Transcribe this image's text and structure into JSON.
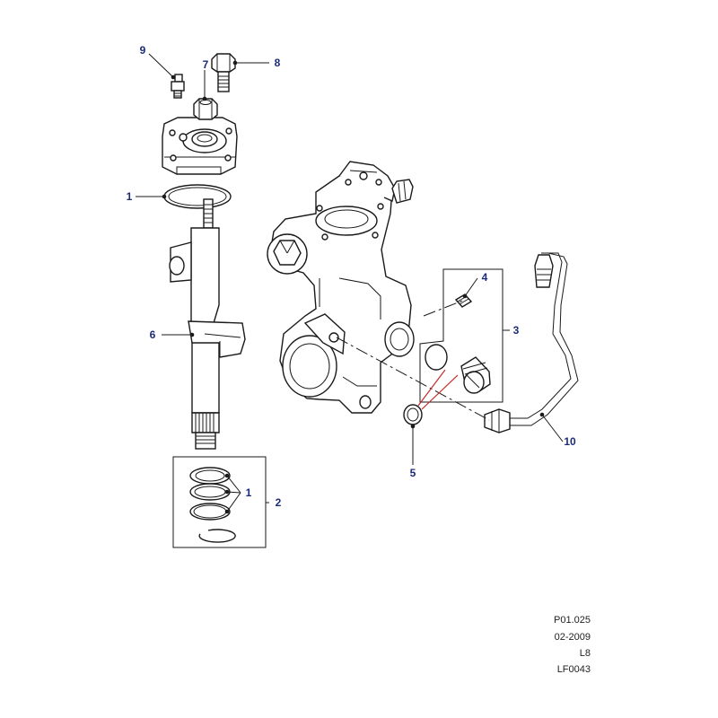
{
  "callouts": {
    "c9": "9",
    "c7": "7",
    "c8": "8",
    "c1_top": "1",
    "c6": "6",
    "c4": "4",
    "c3": "3",
    "c10": "10",
    "c5": "5",
    "c1_kit": "1",
    "c2": "2"
  },
  "reference": {
    "code": "P01.025",
    "date": "02-2009",
    "level": "L8",
    "figure": "LF0043"
  },
  "colors": {
    "callout_text": "#1c2a78",
    "highlight_line": "#c42a2a",
    "line_art": "#1a1a1a"
  }
}
